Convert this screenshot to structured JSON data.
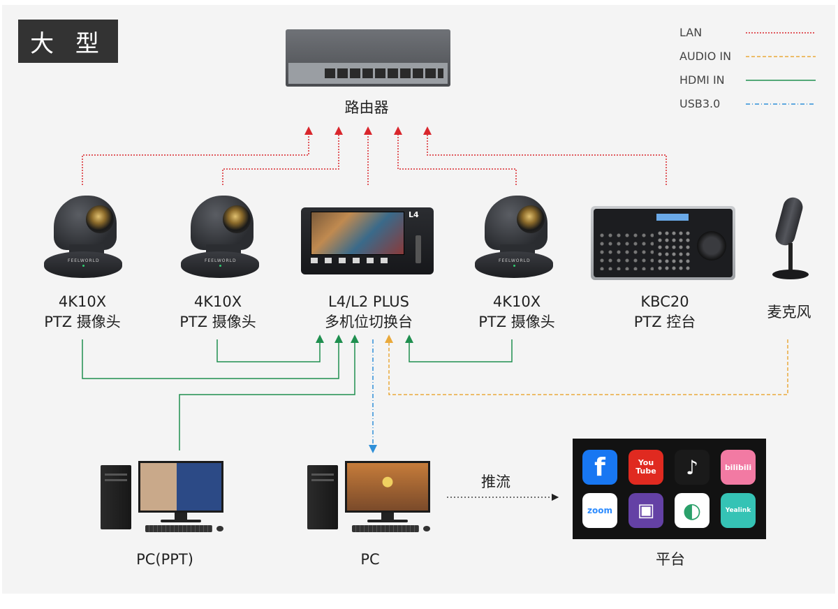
{
  "scenario_badge": "大 型",
  "legend": [
    {
      "name": "LAN",
      "color": "#d9262c",
      "style": "dotted"
    },
    {
      "name": "AUDIO IN",
      "color": "#e9a93b",
      "style": "dashed"
    },
    {
      "name": "HDMI IN",
      "color": "#1f8f4f",
      "style": "solid"
    },
    {
      "name": "USB3.0",
      "color": "#2e8fd8",
      "style": "dash-dot"
    }
  ],
  "devices": {
    "router": {
      "label": "路由器"
    },
    "camera_1": {
      "line1": "4K10X",
      "line2": "PTZ 摄像头"
    },
    "camera_2": {
      "line1": "4K10X",
      "line2": "PTZ 摄像头"
    },
    "switcher": {
      "line1": "L4/L2 PLUS",
      "line2": "多机位切换台",
      "badge": "L4"
    },
    "camera_3": {
      "line1": "4K10X",
      "line2": "PTZ 摄像头"
    },
    "controller": {
      "line1": "KBC20",
      "line2": "PTZ 控台"
    },
    "microphone": {
      "label": "麦克风"
    },
    "pc_ppt": {
      "label": "PC(PPT)"
    },
    "pc": {
      "label": "PC"
    },
    "platform": {
      "label": "平台"
    }
  },
  "stream_label": "推流",
  "camera_brand": "FEELWORLD",
  "platforms": [
    {
      "name": "facebook-icon",
      "glyph": "f",
      "color": "#1877f2"
    },
    {
      "name": "youtube-icon",
      "glyph": "You\nTube",
      "color": "#e02a20"
    },
    {
      "name": "tiktok-icon",
      "glyph": "♪",
      "color": "#1a1a1a"
    },
    {
      "name": "bilibili-icon",
      "glyph": "bilibili",
      "color": "#f27aa3"
    },
    {
      "name": "zoom-icon",
      "glyph": "zoom",
      "color": "#ffffff"
    },
    {
      "name": "twitch-icon",
      "glyph": "▣",
      "color": "#6441a5"
    },
    {
      "name": "streaming-app-icon",
      "glyph": "◐",
      "color": "#ffffff"
    },
    {
      "name": "yealink-icon",
      "glyph": "Yealink",
      "color": "#35c3b5"
    }
  ]
}
